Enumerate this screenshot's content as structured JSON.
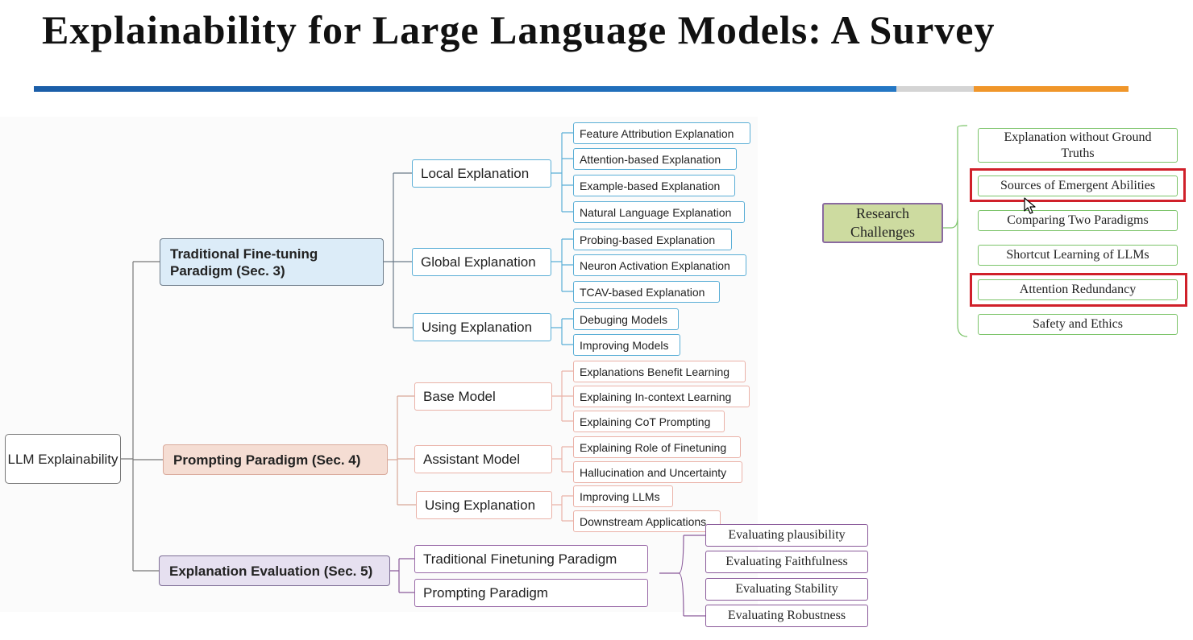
{
  "header": {
    "title": "Explainability for Large Language Models: A Survey",
    "bar_colors": [
      "#1b5ea8",
      "#d4d4d4",
      "#f0962a"
    ]
  },
  "taxonomy": {
    "root": "LLM Explainability",
    "traditional": {
      "label": "Traditional Fine-tuning Paradigm (Sec. 3)",
      "local": {
        "label": "Local Explanation",
        "items": [
          "Feature Attribution Explanation",
          "Attention-based Explanation",
          "Example-based Explanation",
          "Natural Language Explanation"
        ]
      },
      "global": {
        "label": "Global Explanation",
        "items": [
          "Probing-based Explanation",
          "Neuron Activation Explanation",
          "TCAV-based Explanation"
        ]
      },
      "using": {
        "label": "Using Explanation",
        "items": [
          "Debuging Models",
          "Improving Models"
        ]
      }
    },
    "prompting": {
      "label": "Prompting Paradigm (Sec. 4)",
      "base": {
        "label": "Base Model",
        "items": [
          "Explanations Benefit Learning",
          "Explaining In-context Learning",
          "Explaining CoT Prompting"
        ]
      },
      "assistant": {
        "label": "Assistant Model",
        "items": [
          "Explaining Role of Finetuning",
          "Hallucination and Uncertainty"
        ]
      },
      "using": {
        "label": "Using Explanation",
        "items": [
          "Improving LLMs",
          "Downstream Applications"
        ]
      }
    },
    "evaluation": {
      "label": "Explanation Evaluation (Sec. 5)",
      "children": [
        "Traditional Finetuning Paradigm",
        "Prompting Paradigm"
      ],
      "metrics": [
        "Evaluating plausibility",
        "Evaluating Faithfulness",
        "Evaluating Stability",
        "Evaluating Robustness"
      ]
    }
  },
  "research_challenges": {
    "label": "Research Challenges",
    "items": [
      "Explanation without Ground Truths",
      "Sources of Emergent Abilities",
      "Comparing Two Paradigms",
      "Shortcut Learning of LLMs",
      "Attention Redundancy",
      "Safety and Ethics"
    ],
    "highlighted": [
      "Sources of Emergent Abilities",
      "Attention Redundancy"
    ],
    "highlight_color": "#d0202a"
  }
}
